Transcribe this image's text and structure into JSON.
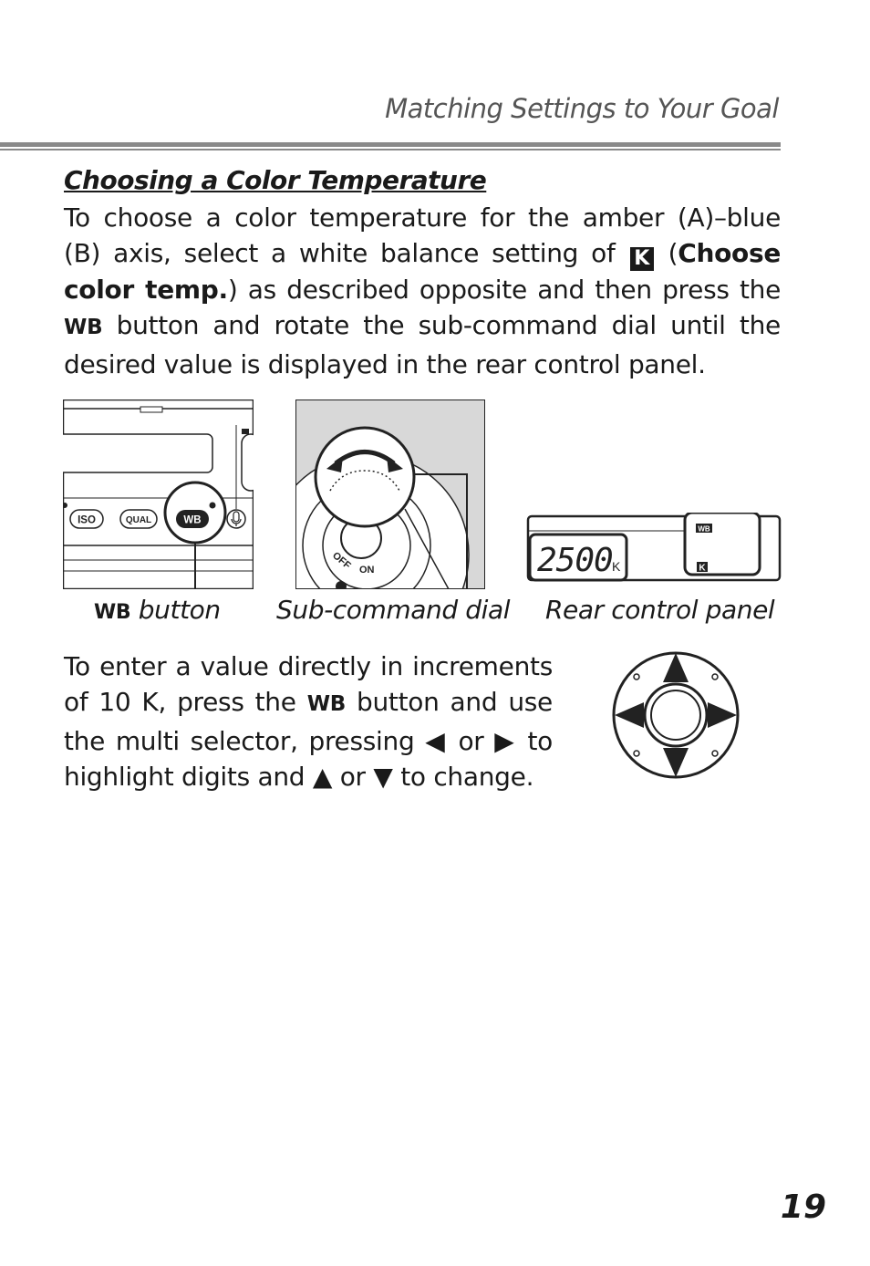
{
  "header": {
    "title": "Matching Settings to Your Goal"
  },
  "section": {
    "heading": "Choosing a Color Temperature",
    "para1": {
      "part1": "To choose a color temperature for the amber (A)–blue (B) axis, select a white balance setting of",
      "k_icon": "K",
      "part2": "(",
      "bold_label": "Choose color temp.",
      "part3": ") as described opposite and then press the",
      "wb_key": "WB",
      "part4": "button and rotate the sub-command dial until the desired value is displayed in the rear control panel."
    }
  },
  "figures": {
    "wb_button": {
      "caption_key": "WB",
      "caption_text": "button",
      "labels": {
        "iso": "ISO",
        "qual": "QUAL",
        "wb": "WB"
      }
    },
    "sub_command_dial": {
      "caption": "Sub-command dial",
      "labels": {
        "off": "OFF",
        "on": "ON"
      }
    },
    "rear_control_panel": {
      "caption": "Rear control panel",
      "display_value": "2500",
      "unit": "K",
      "wb_badge": "WB",
      "k_badge": "K"
    }
  },
  "para2": {
    "part1": "To enter a value directly in increments of 10 K, press the",
    "wb_key": "WB",
    "part2": "button and use the multi selector, pressing",
    "left_arrow": "◀",
    "or1": "or",
    "right_arrow": "▶",
    "part3": "to highlight digits and",
    "up_arrow": "▲",
    "or2": "or",
    "down_arrow": "▼",
    "part4": "to change."
  },
  "page_number": "19"
}
